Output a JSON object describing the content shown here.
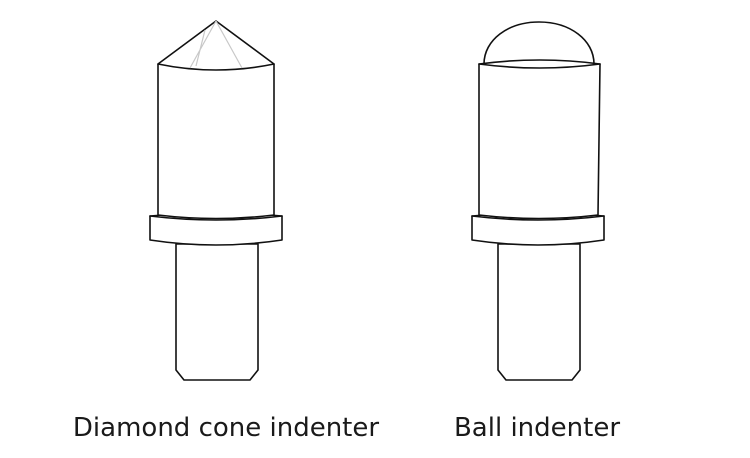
{
  "figure": {
    "indenters": [
      {
        "type": "diamond-cone",
        "caption": "Diamond cone indenter"
      },
      {
        "type": "ball",
        "caption": "Ball indenter"
      }
    ],
    "colors": {
      "outline": "#111111",
      "fill": "#ffffff",
      "faint_facet": "#c8c8c8",
      "text": "#1a1a1a"
    }
  }
}
